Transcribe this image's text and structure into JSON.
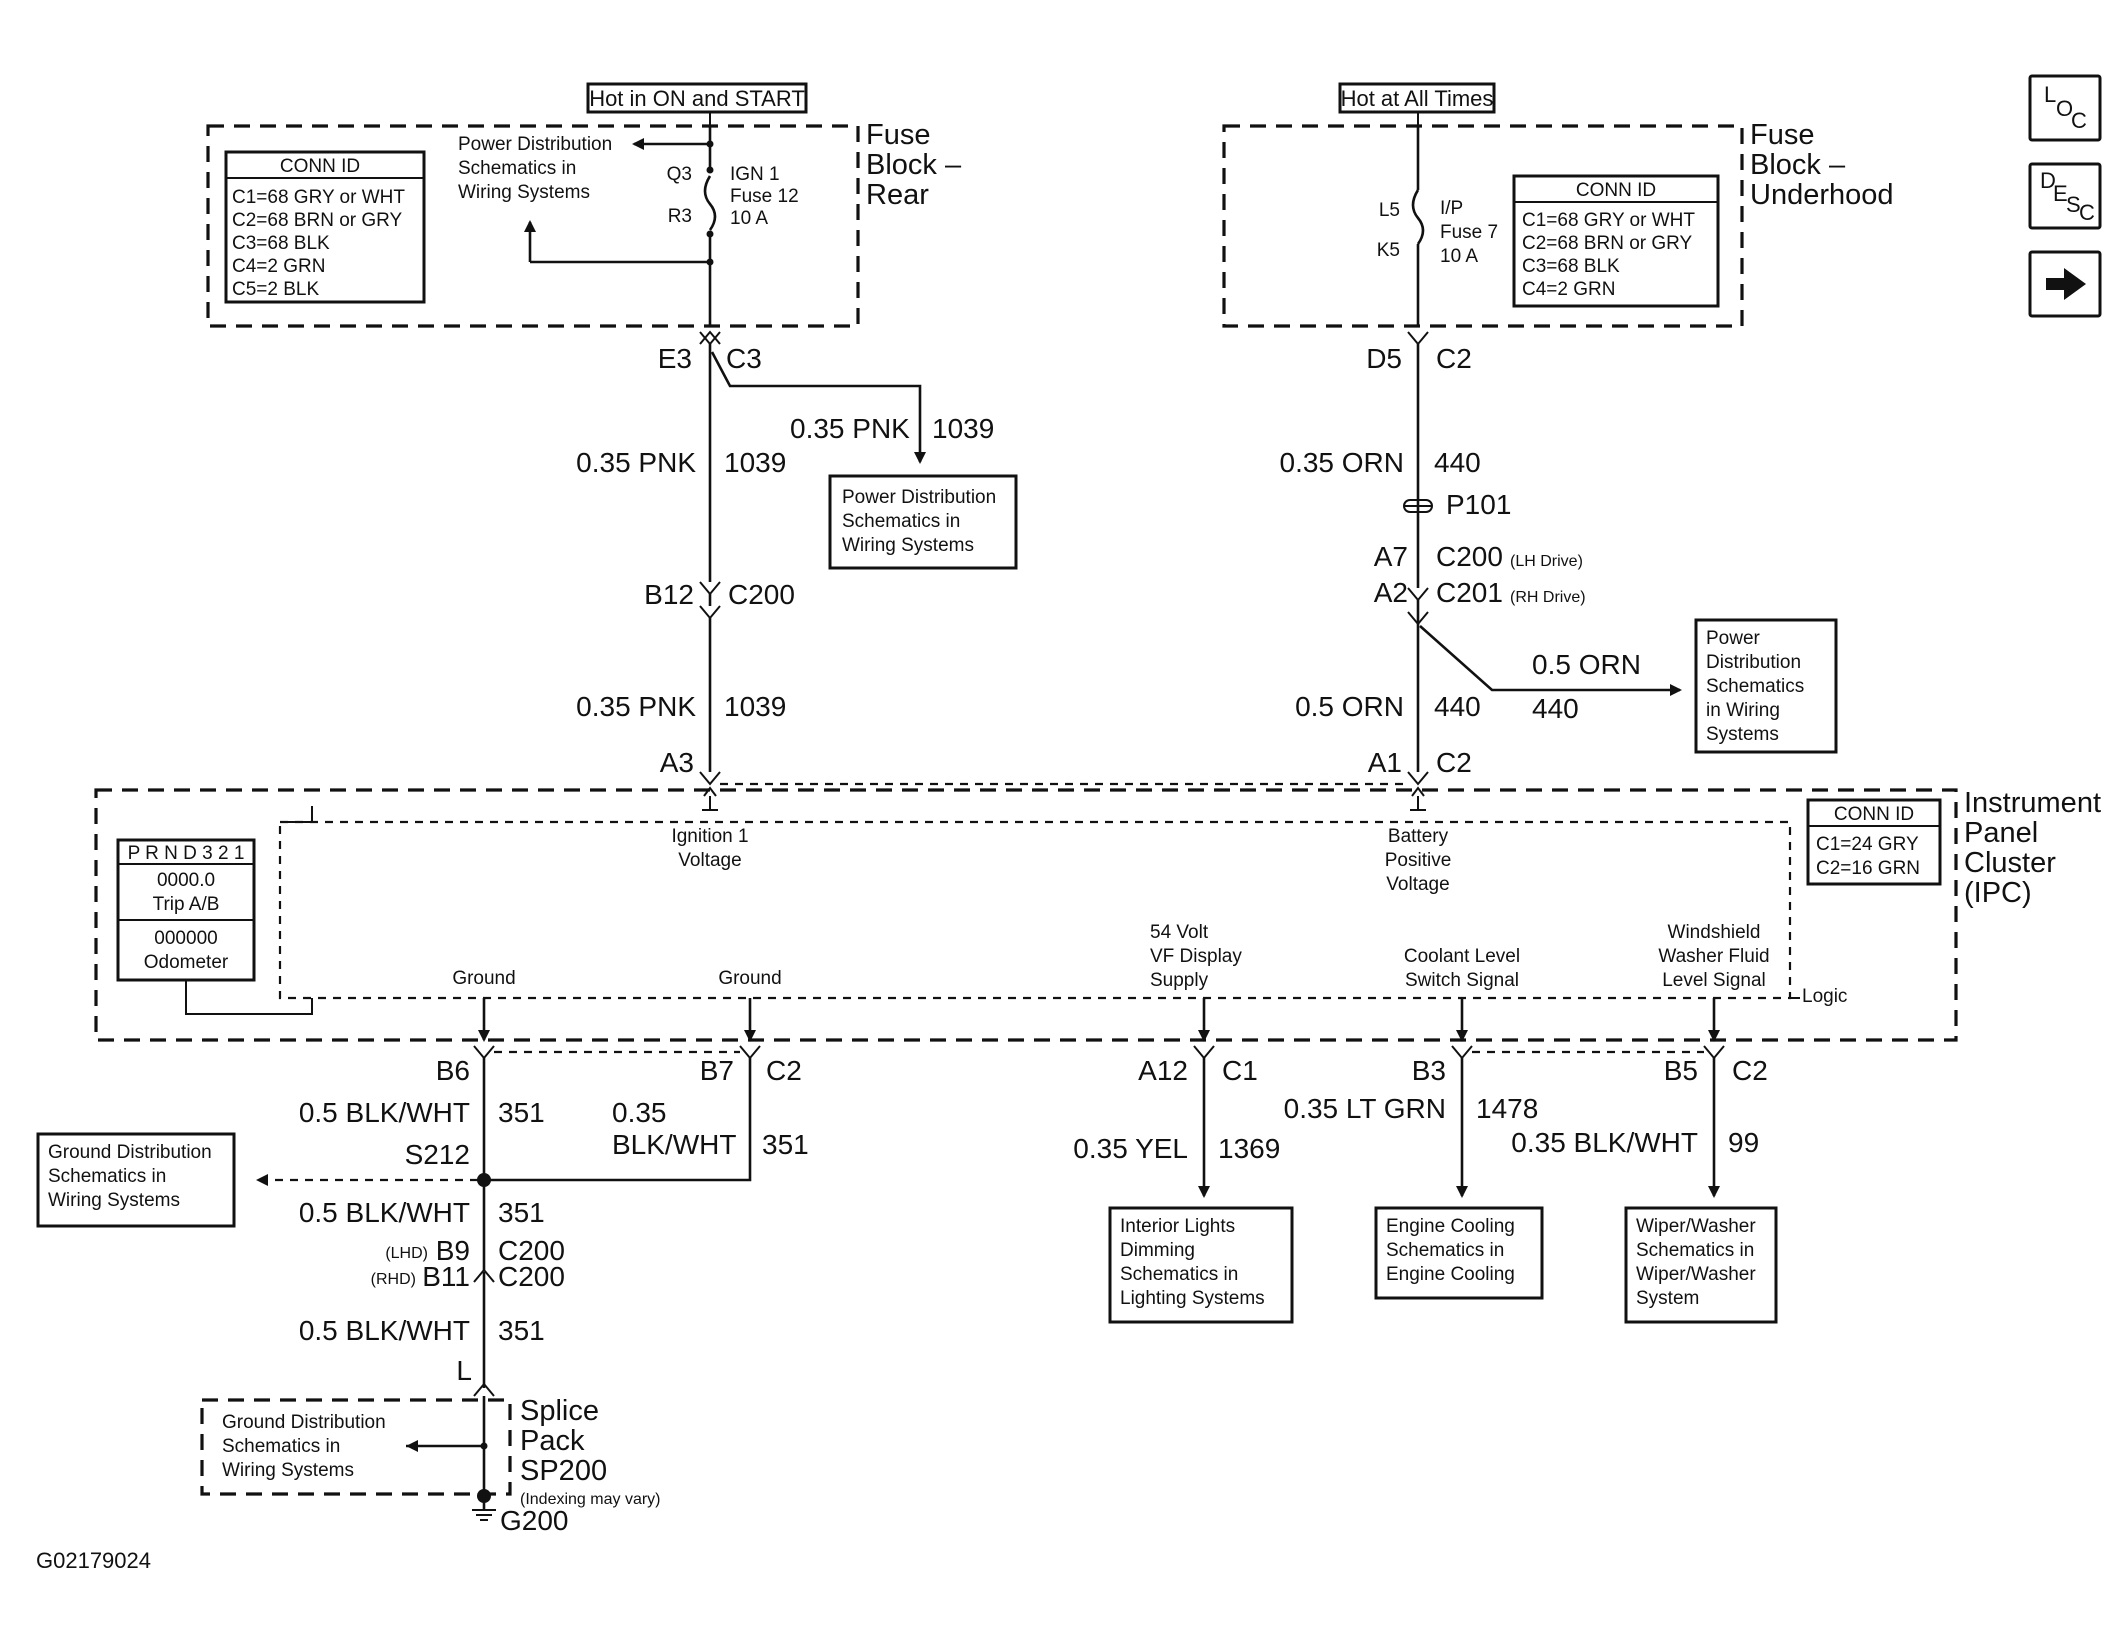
{
  "nav": {
    "loc": {
      "l": "L",
      "o": "O",
      "c": "C"
    },
    "desc": {
      "d": "D",
      "e": "E",
      "s": "S",
      "c": "C"
    }
  },
  "fuse_rear": {
    "banner": "Hot in ON and START",
    "title": [
      "Fuse",
      "Block –",
      "Rear"
    ],
    "pd_text": [
      "Power Distribution",
      "Schematics in",
      "Wiring Systems"
    ],
    "q3": "Q3",
    "r3": "R3",
    "fuse": [
      "IGN 1",
      "Fuse 12",
      "10 A"
    ],
    "conn_title": "CONN ID",
    "conn": [
      "C1=68 GRY or WHT",
      "C2=68 BRN or GRY",
      "C3=68 BLK",
      "C4=2 GRN",
      "C5=2 BLK"
    ]
  },
  "fuse_under": {
    "banner": "Hot at All Times",
    "title": [
      "Fuse",
      "Block –",
      "Underhood"
    ],
    "l5": "L5",
    "k5": "K5",
    "fuse": [
      "I/P",
      "Fuse 7",
      "10 A"
    ],
    "conn_title": "CONN ID",
    "conn": [
      "C1=68 GRY or WHT",
      "C2=68 BRN or GRY",
      "C3=68 BLK",
      "C4=2 GRN"
    ]
  },
  "left_circuit": {
    "e3": "E3",
    "c3": "C3",
    "branch_wire": "0.35 PNK",
    "branch_circuit": "1039",
    "pd_box": [
      "Power Distribution",
      "Schematics in",
      "Wiring Systems"
    ],
    "wire1": "0.35 PNK",
    "circ1": "1039",
    "b12": "B12",
    "c200": "C200",
    "wire2": "0.35 PNK",
    "circ2": "1039",
    "a3": "A3"
  },
  "right_circuit": {
    "d5": "D5",
    "c2": "C2",
    "wire1": "0.35 ORN",
    "circ1": "440",
    "p101": "P101",
    "a7": "A7",
    "c200": "C200",
    "lh": "(LH Drive)",
    "a2": "A2",
    "c201": "C201",
    "rh": "(RH Drive)",
    "branch_wire": "0.5 ORN",
    "branch_circuit": "440",
    "pd_box": [
      "Power",
      "Distribution",
      "Schematics",
      "in Wiring",
      "Systems"
    ],
    "wire2": "0.5 ORN",
    "circ2": "440",
    "a1": "A1",
    "c2b": "C2"
  },
  "ipc": {
    "title": [
      "Instrument",
      "Panel",
      "Cluster",
      "(IPC)"
    ],
    "conn_title": "CONN ID",
    "conn": [
      "C1=24 GRY",
      "C2=16 GRN"
    ],
    "prnd": "P R N D 3 2 1",
    "trip_value": "0000.0",
    "trip_label": "Trip A/B",
    "odo_value": "000000",
    "odo_label": "Odometer",
    "ign_label": [
      "Ignition 1",
      "Voltage"
    ],
    "bat_label": [
      "Battery",
      "Positive",
      "Voltage"
    ],
    "ground1": "Ground",
    "ground2": "Ground",
    "vf_label": [
      "54 Volt",
      "VF Display",
      "Supply"
    ],
    "coolant_label": [
      "Coolant Level",
      "Switch Signal"
    ],
    "washer_label": [
      "Windshield",
      "Washer Fluid",
      "Level Signal"
    ],
    "logic": "Logic"
  },
  "ground_circuit": {
    "b6": "B6",
    "b7": "B7",
    "c2": "C2",
    "wire_a": "0.5 BLK/WHT",
    "circ_a": "351",
    "wire_b1": "0.35",
    "wire_b2": "BLK/WHT",
    "circ_b": "351",
    "s212": "S212",
    "gd_box": [
      "Ground Distribution",
      "Schematics in",
      "Wiring Systems"
    ],
    "wire_c": "0.5 BLK/WHT",
    "circ_c": "351",
    "lhd": "(LHD)",
    "b9": "B9",
    "c200a": "C200",
    "rhd": "(RHD)",
    "b11": "B11",
    "c200b": "C200",
    "wire_d": "0.5 BLK/WHT",
    "circ_d": "351",
    "l": "L",
    "splice_box": [
      "Ground Distribution",
      "Schematics in",
      "Wiring Systems"
    ],
    "splice_title": [
      "Splice",
      "Pack",
      "SP200"
    ],
    "indexing": "(Indexing may vary)",
    "g200": "G200"
  },
  "outputs": {
    "a12": "A12",
    "c1": "C1",
    "yel_wire": "0.35 YEL",
    "yel_circ": "1369",
    "lights_box": [
      "Interior Lights",
      "Dimming",
      "Schematics in",
      "Lighting Systems"
    ],
    "b3": "B3",
    "grn_wire": "0.35 LT GRN",
    "grn_circ": "1478",
    "cooling_box": [
      "Engine Cooling",
      "Schematics in",
      "Engine Cooling"
    ],
    "b5": "B5",
    "c2": "C2",
    "bw_wire": "0.35 BLK/WHT",
    "bw_circ": "99",
    "wiper_box": [
      "Wiper/Washer",
      "Schematics in",
      "Wiper/Washer",
      "System"
    ]
  },
  "figure_id": "G02179024"
}
